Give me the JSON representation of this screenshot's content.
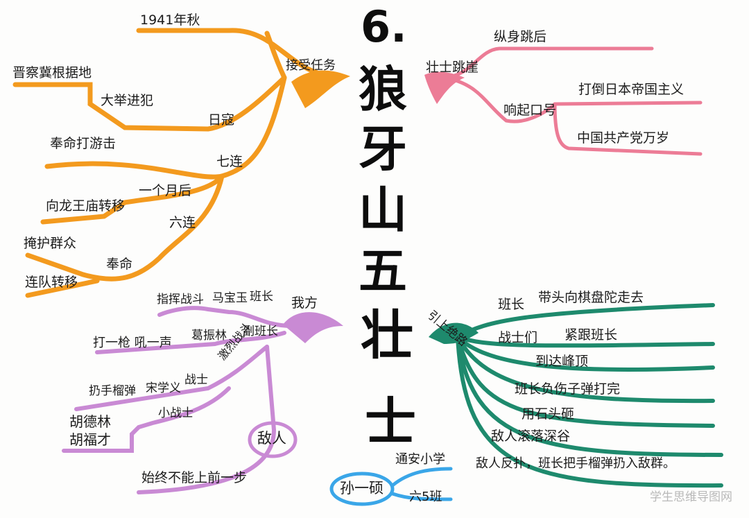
{
  "title": {
    "number": "6.",
    "chars": [
      "狼",
      "牙",
      "山",
      "五",
      "壮",
      "士"
    ]
  },
  "branches": {
    "orange": {
      "color": "#f39a1e",
      "root": "接受任务",
      "time": "1941年秋",
      "place": "晋察冀根据地",
      "raid": "大举进犯",
      "enemy": "日寇",
      "company7": "七连",
      "order_guerrilla": "奉命打游击",
      "one_month": "一个月后",
      "transfer_to": "向龙王庙转移",
      "company6": "六连",
      "ordered": "奉命",
      "cover_masses": "掩护群众",
      "cover_troops": "连队转移"
    },
    "pink": {
      "color": "#ec7c96",
      "root": "壮士跳崖",
      "jump": "纵身跳后",
      "shout": "响起口号",
      "slogan1": "打倒日本帝国主义",
      "slogan2": "中国共产党万岁"
    },
    "purple": {
      "color": "#c98ad4",
      "root": "我方",
      "commander": "指挥战斗",
      "ma_baoyu": "马宝玉",
      "squad_leader": "班长",
      "deputy": "副班长",
      "ge_zhenlin": "葛振林",
      "shot": "打一枪 吼一声",
      "soldiers": "战士",
      "fierce": "激烈战斗",
      "song_xueyi": "宋学义",
      "grenade": "扔手榴弹",
      "young": "小战士",
      "hu_delin": "胡德林",
      "hu_fucai": "胡福才",
      "enemy": "敌人",
      "never_forward": "始终不能上前一步"
    },
    "green": {
      "color": "#1e8a6d",
      "root": "引上绝路",
      "leader1": "班长",
      "lead_climb": "带头向棋盘陀走去",
      "soldiers": "战士们",
      "follow": "紧跟班长",
      "reach": "到达峰顶",
      "wounded": "班长负伤子弹打完",
      "stones": "用石头砸",
      "fall": "敌人滚落深谷",
      "counter": "敌人反扑，班长把手榴弹扔入敌群。"
    }
  },
  "author": {
    "name": "孙一硕",
    "school": "通安小学",
    "class": "六5班"
  },
  "watermark": "学生思维导图网"
}
